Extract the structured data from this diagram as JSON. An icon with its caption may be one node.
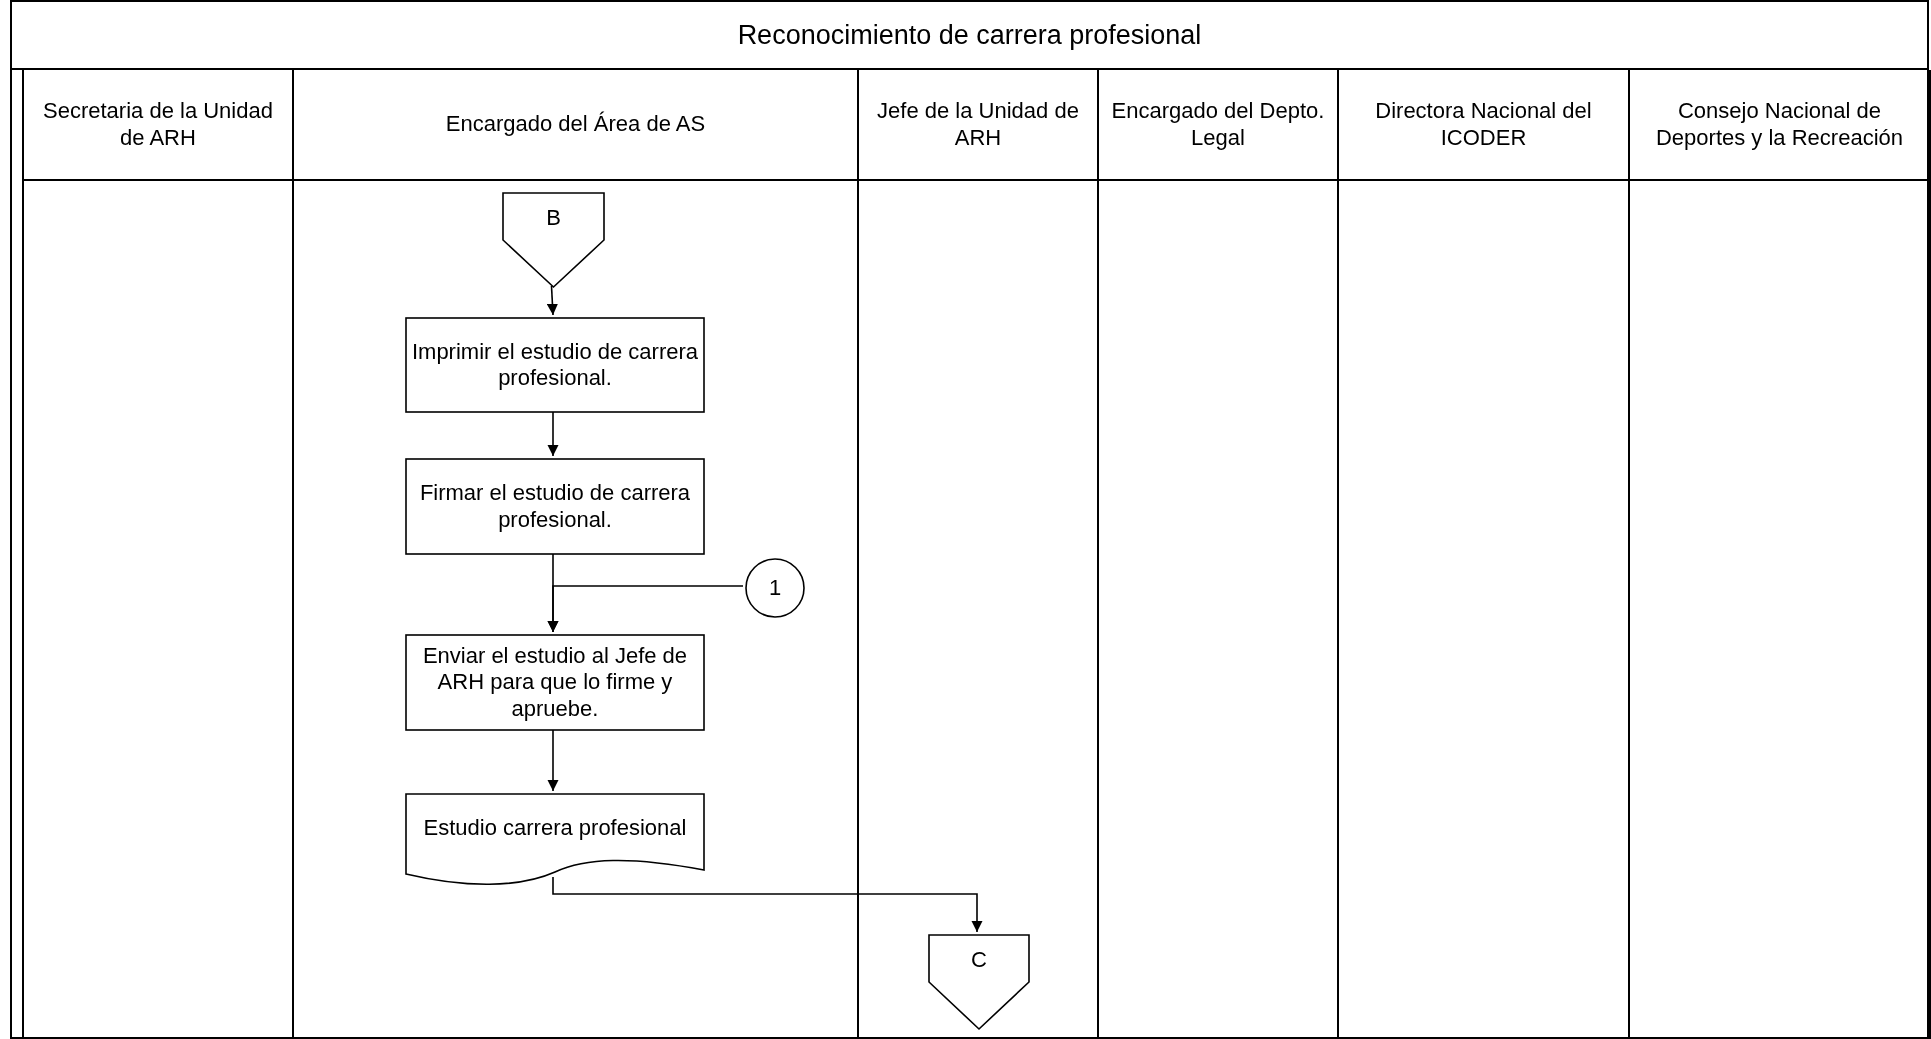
{
  "diagram": {
    "nodes": [
      {
        "text": [
          "Reconocimiento de carrera profesional"
        ]
      },
      {
        "text": [
          "Secretaria de la Unidad de ARH"
        ],
        "in": 0
      },
      {
        "text": [
          "Encargado del Área de AS"
        ],
        "in": 0
      },
      {
        "text": [
          "Jefe de la Unidad de ARH"
        ],
        "in": 0
      },
      {
        "text": [
          "Encargado del Depto. Legal"
        ],
        "in": 0
      },
      {
        "text": [
          "Directora Nacional del ICODER"
        ],
        "in": 0
      },
      {
        "text": [
          "Consejo Nacional de Deportes y la Recreación"
        ],
        "in": 0
      },
      {
        "text": [
          "B"
        ],
        "in": 2
      },
      {
        "text": [
          "Imprimir el estudio de carrera profesional."
        ],
        "in": 2
      },
      {
        "text": [
          "Firmar el estudio de carrera profesional."
        ],
        "in": 2
      },
      {
        "text": [
          "1"
        ],
        "in": 2
      },
      {
        "text": [
          "Enviar el estudio al Jefe de ARH para que lo firme y apruebe."
        ],
        "in": 2
      },
      {
        "text": [
          "Estudio carrera profesional"
        ],
        "in": 2
      },
      {
        "text": [
          "C"
        ],
        "in": 3
      }
    ],
    "edges": [
      {
        "from": 7,
        "to": 8,
        "arrow": "to"
      },
      {
        "from": 8,
        "to": 9,
        "arrow": "to"
      },
      {
        "from": 9,
        "to": 11,
        "arrow": "to"
      },
      {
        "from": 10,
        "to": 11,
        "arrow": "to"
      },
      {
        "from": 11,
        "to": 12,
        "arrow": "to"
      },
      {
        "from": 12,
        "to": 13,
        "arrow": "to"
      }
    ]
  }
}
